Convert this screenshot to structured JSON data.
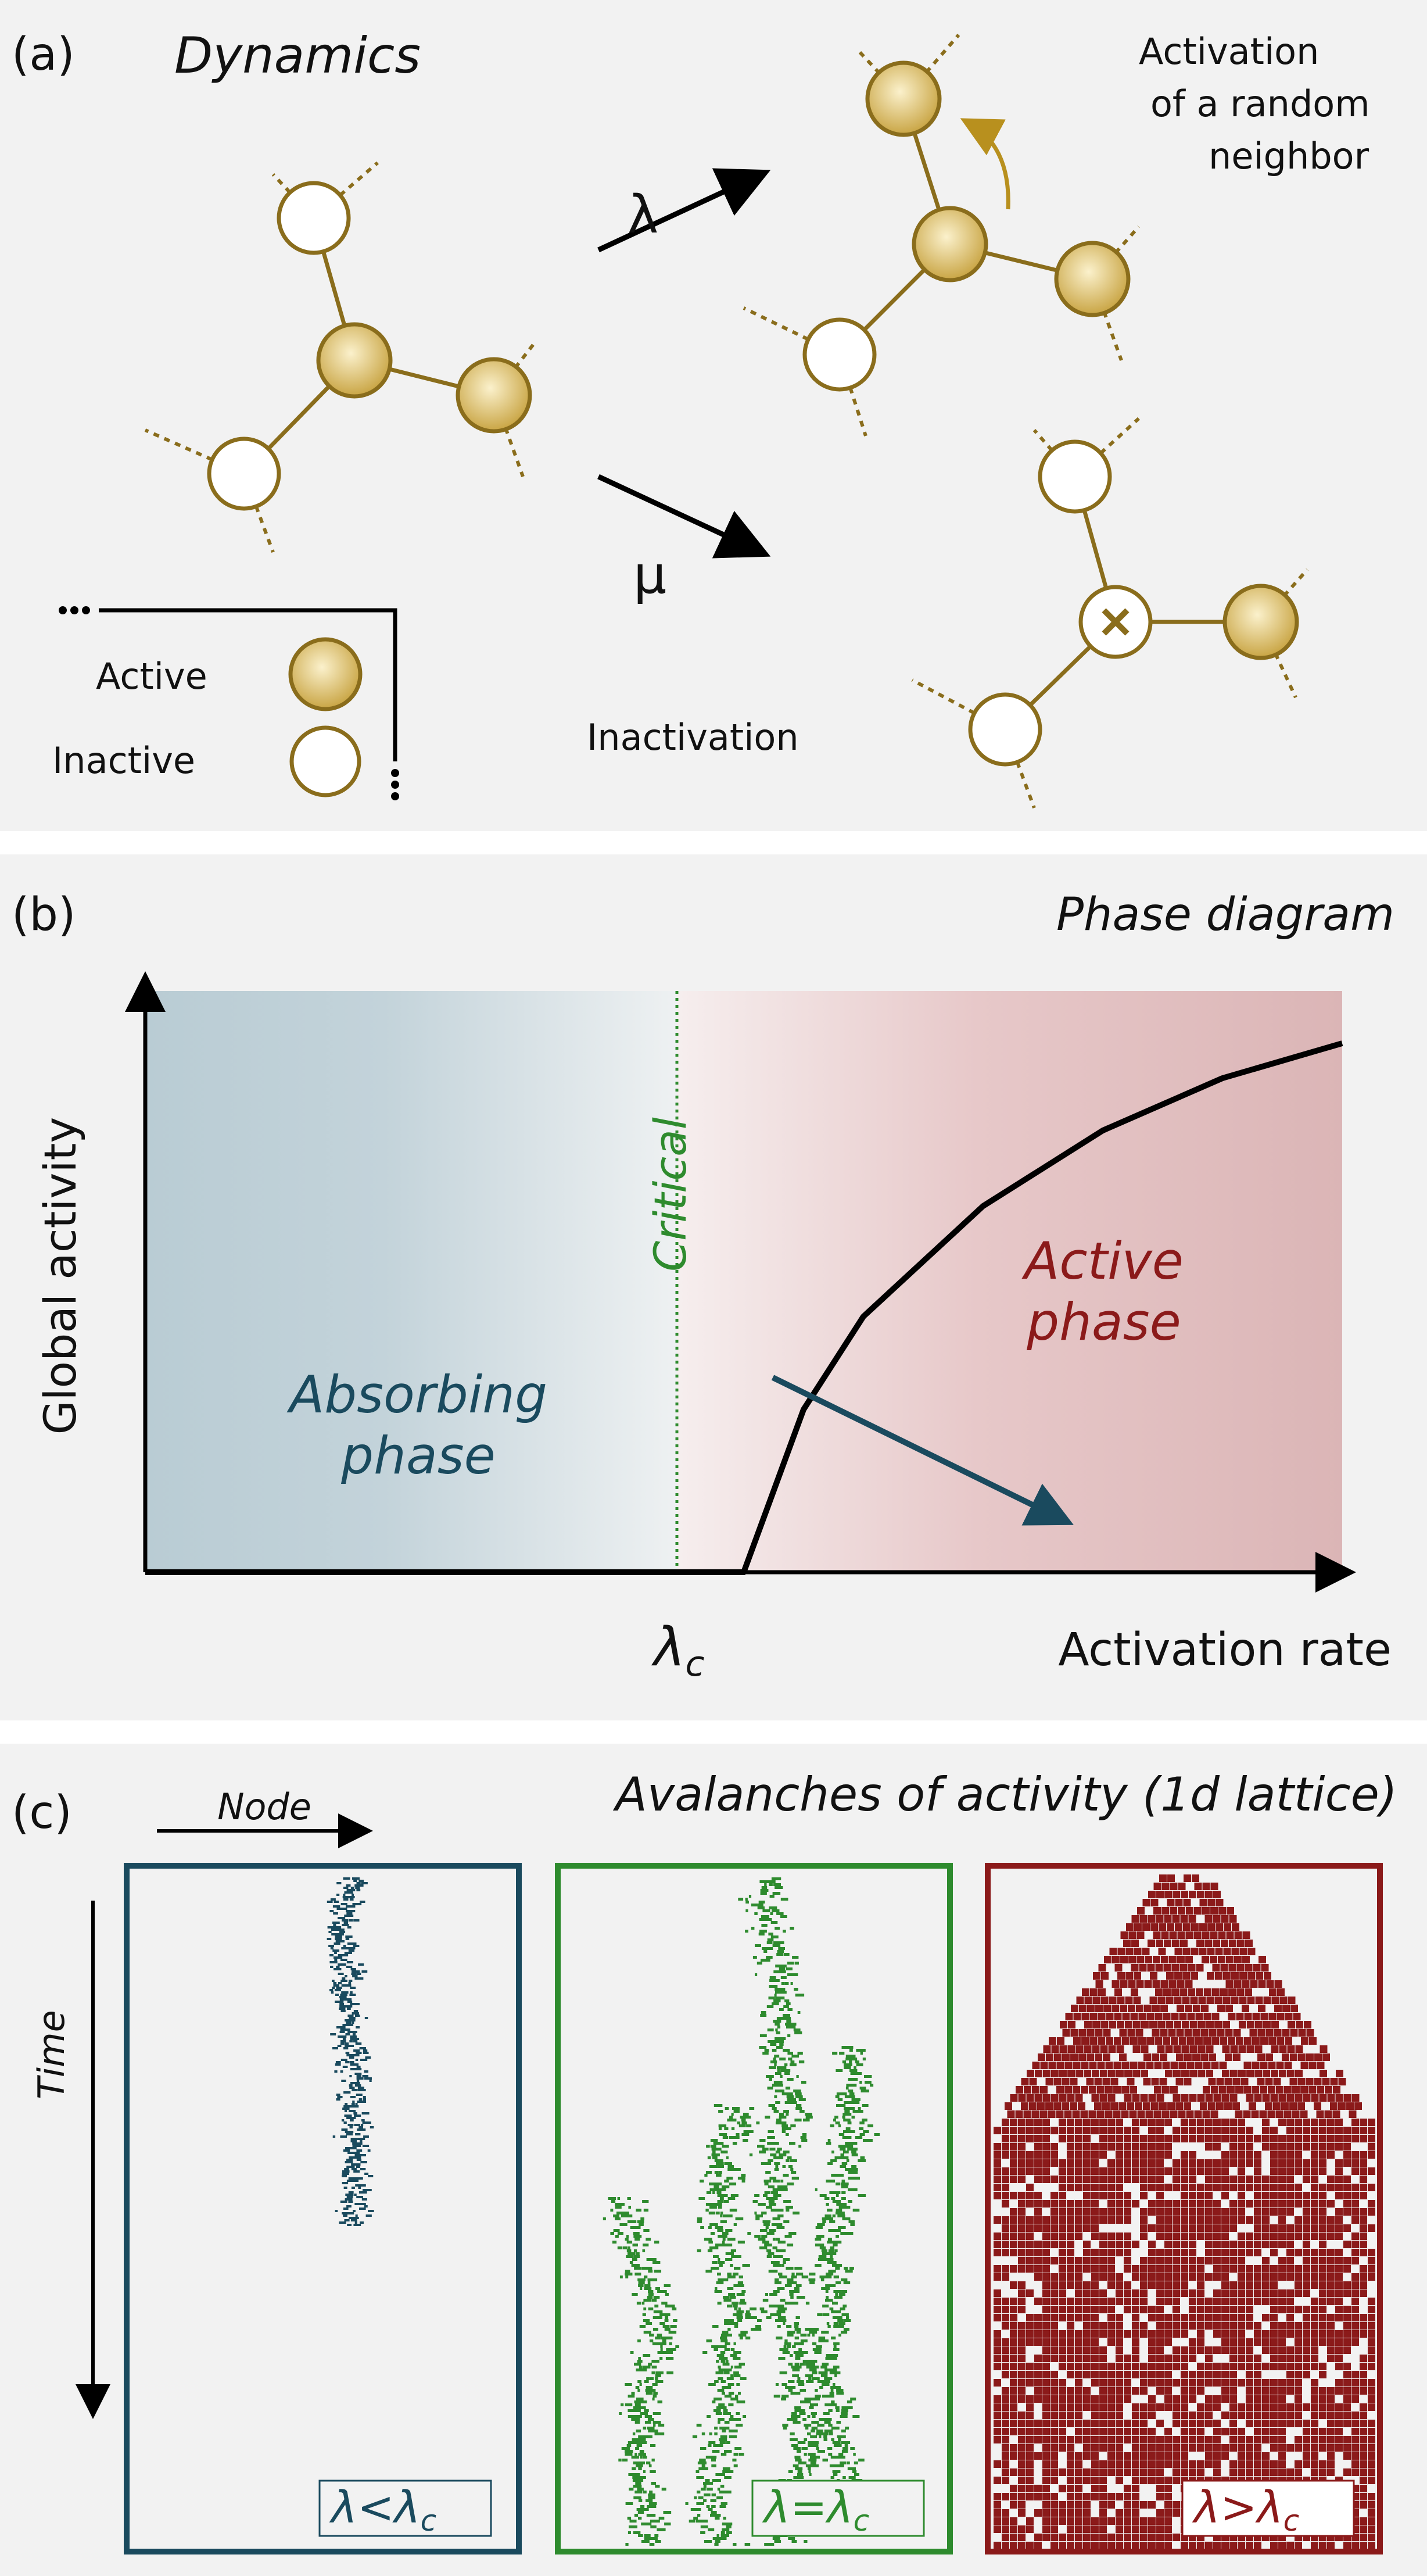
{
  "panel_a": {
    "label": "(a)",
    "title": "Dynamics",
    "lambda_symbol": "λ",
    "mu_symbol": "μ",
    "activation_text": [
      "Activation",
      "of a random",
      "neighbor"
    ],
    "inactivation_text": "Inactivation",
    "legend": {
      "active": "Active",
      "inactive": "Inactive"
    },
    "colors": {
      "node_fill": "#d9bf6a",
      "node_stroke": "#8a6d1c",
      "edge": "#8a6d1c",
      "arrow": "#b8901e"
    }
  },
  "panel_b": {
    "label": "(b)",
    "title": "Phase diagram",
    "ylabel": "Global activity",
    "xlabel": "Activation rate",
    "critical_label": "Critical",
    "absorbing_label": [
      "Absorbing",
      "phase"
    ],
    "active_label": [
      "Active",
      "phase"
    ],
    "lambda_c_main": "λ",
    "lambda_c_sub": "c",
    "colors": {
      "absorbing": "#1a4a5e",
      "active": "#8b1a1a",
      "critical": "#2e8b2e"
    }
  },
  "chart_data": {
    "type": "line",
    "title": "Phase diagram",
    "xlabel": "Activation rate",
    "ylabel": "Global activity",
    "critical_point": "λc",
    "series": [
      {
        "x": [
          0,
          0.45,
          0.5,
          0.55,
          0.6,
          0.7,
          0.8,
          0.9,
          1.0
        ],
        "values": [
          0,
          0,
          0,
          0.28,
          0.44,
          0.63,
          0.76,
          0.85,
          0.91
        ]
      }
    ]
  },
  "panel_c": {
    "label": "(c)",
    "title": "Avalanches of activity (1d lattice)",
    "node_label": "Node",
    "time_label": "Time",
    "boxes": [
      {
        "condition_main": "λ<λ",
        "condition_sub": "c",
        "color": "#1a4a5e"
      },
      {
        "condition_main": "λ=λ",
        "condition_sub": "c",
        "color": "#2e8b2e"
      },
      {
        "condition_main": "λ>λ",
        "condition_sub": "c",
        "color": "#8b1a1a"
      }
    ]
  }
}
